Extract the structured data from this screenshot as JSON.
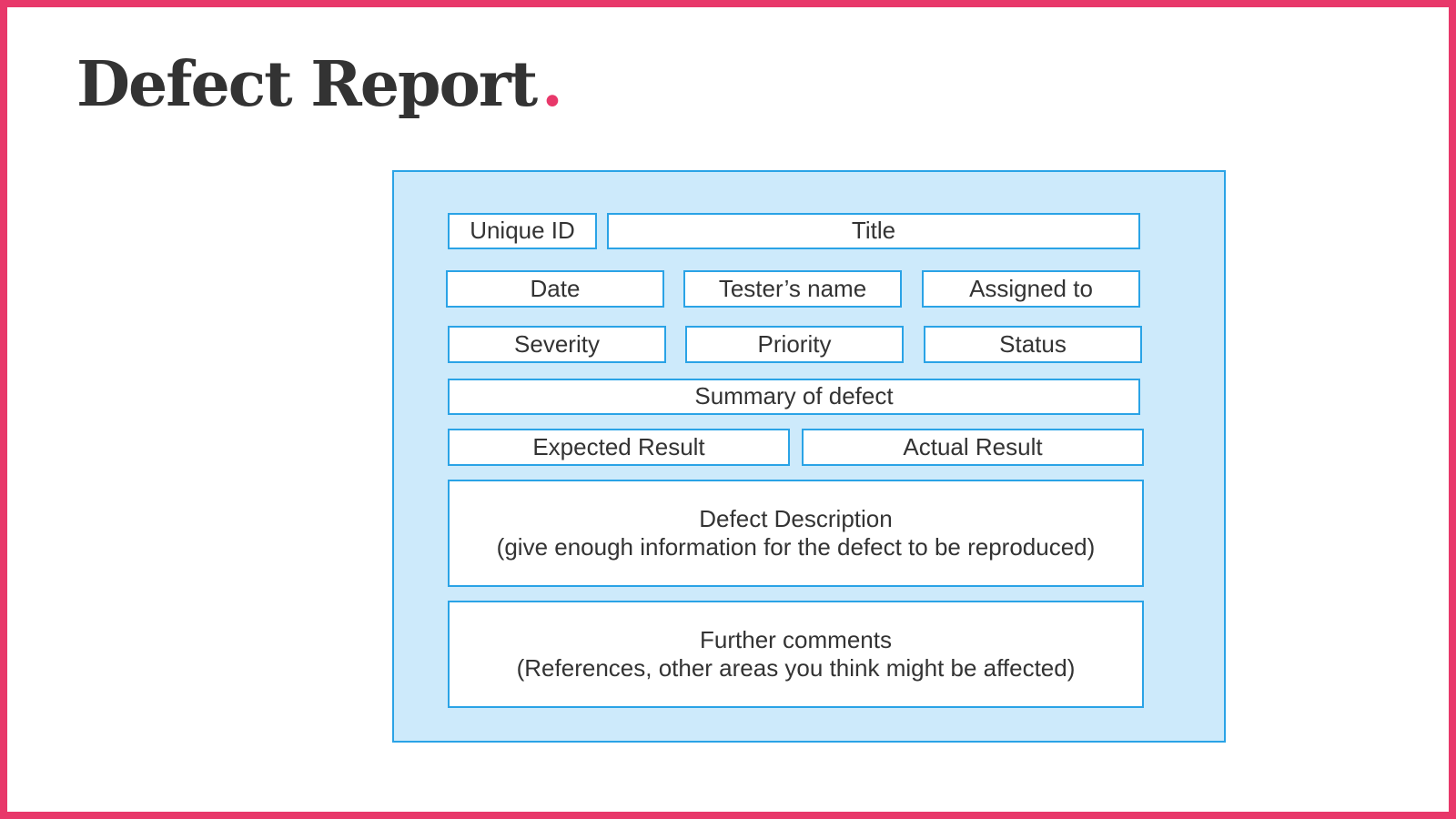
{
  "header": {
    "title": "Defect Report",
    "dot": "."
  },
  "colors": {
    "accent": "#e8386a",
    "panel_fill": "#cdeafb",
    "field_border": "#2aa3e6",
    "text": "#333333"
  },
  "form": {
    "unique_id": "Unique ID",
    "title": "Title",
    "date": "Date",
    "tester_name": "Tester’s name",
    "assigned_to": "Assigned to",
    "severity": "Severity",
    "priority": "Priority",
    "status": "Status",
    "summary": "Summary of defect",
    "expected_result": "Expected Result",
    "actual_result": "Actual Result",
    "defect_description": {
      "heading": "Defect Description",
      "note": "(give enough information for the defect to be reproduced)"
    },
    "further_comments": {
      "heading": "Further comments",
      "note": "(References, other areas you think might be affected)"
    }
  }
}
